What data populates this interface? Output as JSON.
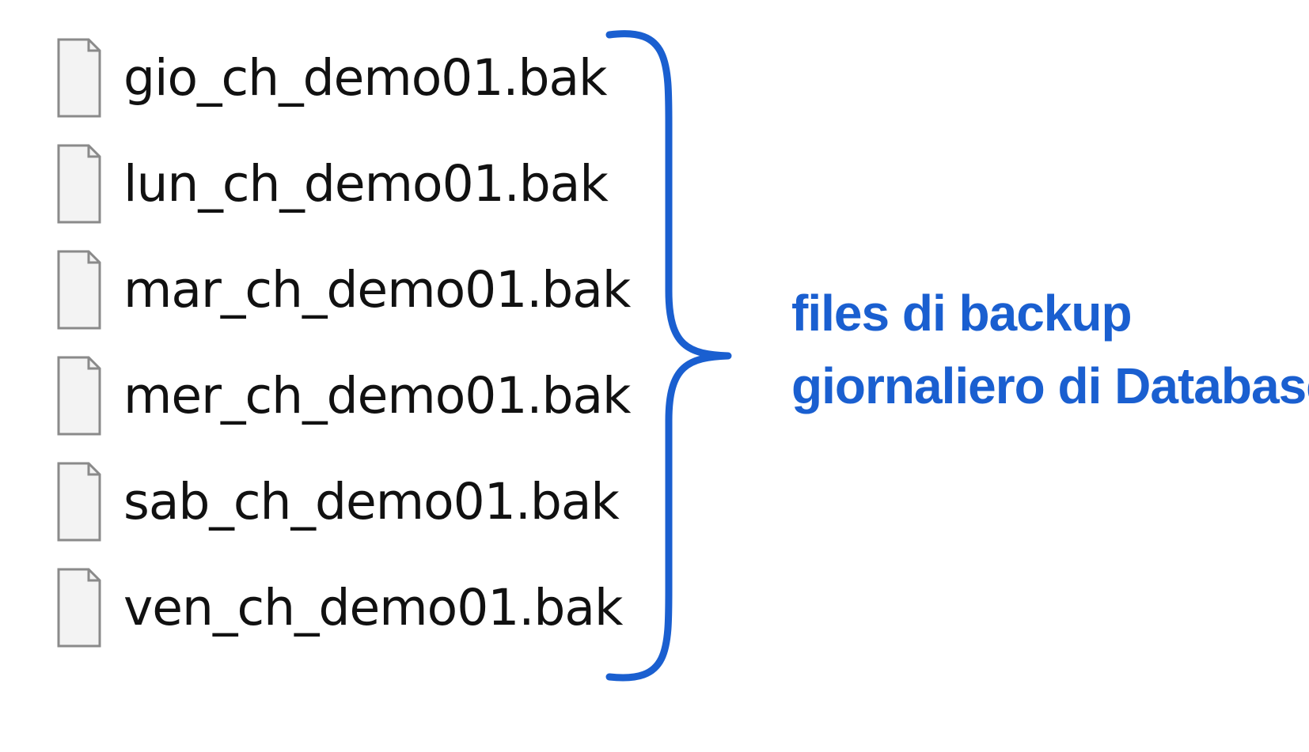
{
  "files": [
    {
      "name": "gio_ch_demo01.bak",
      "icon": "generic-file-icon"
    },
    {
      "name": "lun_ch_demo01.bak",
      "icon": "generic-file-icon"
    },
    {
      "name": "mar_ch_demo01.bak",
      "icon": "generic-file-icon"
    },
    {
      "name": "mer_ch_demo01.bak",
      "icon": "generic-file-icon"
    },
    {
      "name": "sab_ch_demo01.bak",
      "icon": "generic-file-icon"
    },
    {
      "name": "ven_ch_demo01.bak",
      "icon": "generic-file-icon"
    }
  ],
  "annotation": {
    "line1": "files di backup",
    "line2": "giornaliero di Database",
    "color": "#1a5fd0"
  }
}
